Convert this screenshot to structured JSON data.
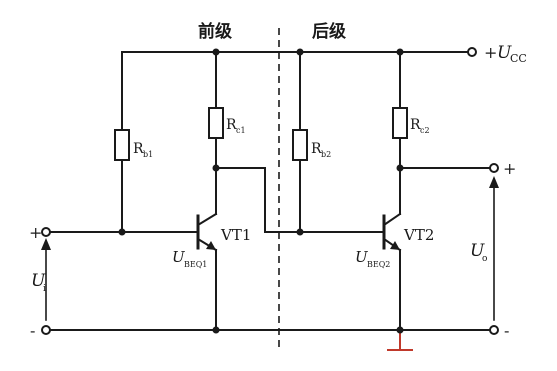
{
  "headings": {
    "front_stage": "前级",
    "rear_stage": "后级"
  },
  "supply": {
    "plus": "+",
    "symbol": "U",
    "subscript": "CC"
  },
  "resistors": {
    "rb1": {
      "main": "R",
      "sub": "b1"
    },
    "rc1": {
      "main": "R",
      "sub": "c1"
    },
    "rb2": {
      "main": "R",
      "sub": "b2"
    },
    "rc2": {
      "main": "R",
      "sub": "c2"
    }
  },
  "transistors": {
    "vt1": "VT1",
    "vt2": "VT2",
    "ubeq1": {
      "main": "U",
      "sub": "BEQ1"
    },
    "ubeq2": {
      "main": "U",
      "sub": "BEQ2"
    }
  },
  "input": {
    "plus": "+",
    "minus": "-",
    "symbol": "U",
    "subscript": "i"
  },
  "output": {
    "plus": "+",
    "minus": "-",
    "symbol": "U",
    "subscript": "o"
  },
  "colors": {
    "ink": "#1a1a1a",
    "ground_mark": "#c0392b"
  }
}
